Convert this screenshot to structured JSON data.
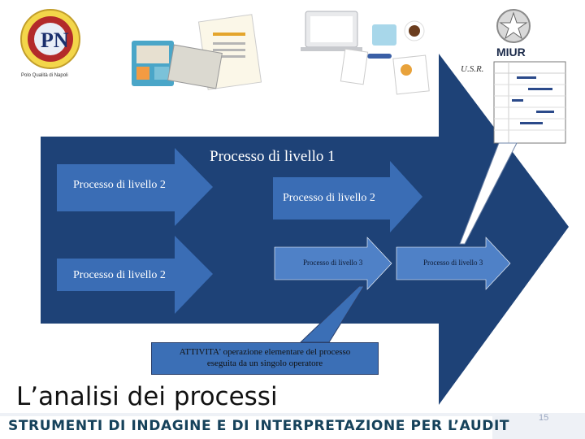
{
  "header": {
    "logo_caption": "Polo Qualità di Napoli",
    "miur_label": "MIUR",
    "miur_sub": "U.S.R."
  },
  "diagram": {
    "level1_label": "Processo di livello 1",
    "level2_labels": [
      "Processo di livello 2",
      "Processo di livello 2",
      "Processo di livello 2"
    ],
    "level3_labels": [
      "Processo di livello 3",
      "Processo di livello 3"
    ],
    "activity_line1": "ATTIVITA' operazione elementare del processo",
    "activity_line2": "eseguita da un singolo operatore"
  },
  "slide": {
    "title": "L’analisi dei processi",
    "footer": "STRUMENTI DI INDAGINE E DI INTERPRETAZIONE PER L’AUDIT",
    "page_number": "15"
  },
  "colors": {
    "big_arrow": "#1e4277",
    "inner_arrow": "#3a6db5",
    "level3_arrow": "#5a8ad0",
    "footer_text": "#16425b"
  }
}
